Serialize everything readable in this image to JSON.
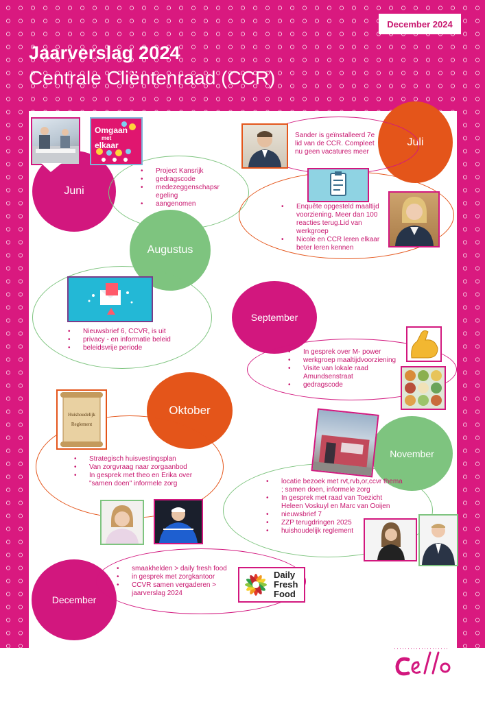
{
  "header": {
    "badge": "December 2024",
    "title": "Jaarverslag 2024",
    "subtitle": "Centrale Cliëntenraad (CCR)"
  },
  "months": {
    "juni": "Juni",
    "juli": "Juli",
    "augustus": "Augustus",
    "september": "September",
    "oktober": "Oktober",
    "november": "November",
    "december": "December"
  },
  "juni_items": [
    "Project Kansrijk",
    "gedragscode",
    "medezeggenschapsr egeling",
    "aangenomen"
  ],
  "juni_poster": {
    "line1": "Omgaan",
    "line2": "met",
    "line3": "elkaar"
  },
  "juli_text": "Sander is geïnstalleerd 7e lid van de CCR. Compleet nu geen vacatures meer",
  "juli_items": [
    "Enquête opgesteld maaltijd voorziening. Meer dan 100 reacties terug.Lid van werkgroep",
    "Nicole en CCR leren elkaar beter leren kennen"
  ],
  "augustus_items": [
    "Nieuwsbrief 6, CCVR,  is uit",
    "privacy - en informatie beleid",
    "beleidsvrije periode"
  ],
  "september_items": [
    "In gesprek over M- power",
    "werkgroep maaltijdvoorziening",
    "Visite van lokale raad Amundsenstraat",
    "gedragscode"
  ],
  "oktober_scroll": {
    "line1": "Huishoudelijk",
    "line2": "Reglement"
  },
  "oktober_items": [
    "Strategisch huisvestingsplan",
    "Van zorgvraag naar zorgaanbod",
    "In gesprek met theo en Erika over \"samen doen\" informele zorg"
  ],
  "november_items": [
    "locatie bezoek met rvt,rvb,or,ccvr thema ; samen doen, informele zorg",
    "In gesprek met raad van Toezicht Heleen Voskuyl  en Marc van Ooijen",
    "nieuwsbrief 7",
    "ZZP terugdringen 2025",
    "huishoudelijk reglement"
  ],
  "december_items": [
    "smaakhelden > daily fresh food",
    "in gesprek met zorgkantoor",
    "CCVR samen vergaderen > jaarverslag 2024"
  ],
  "daily_fresh_food": {
    "line1": "Daily",
    "line2": "Fresh",
    "line3": "Food"
  },
  "footer": {
    "logo": "cello"
  },
  "colors": {
    "magenta": "#d2177e",
    "green": "#7ec47f",
    "orange": "#e4551a"
  }
}
